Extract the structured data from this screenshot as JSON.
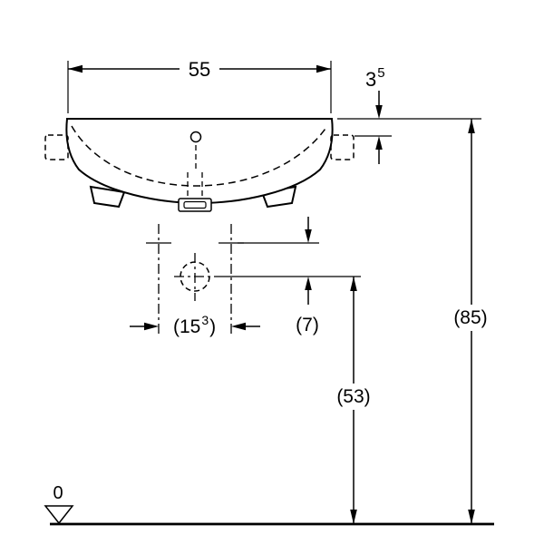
{
  "labels": {
    "width": "55",
    "rim_height_base": "3",
    "rim_height_sup": "5",
    "hole_spacing_main": "(15",
    "hole_spacing_sup": "3",
    "hole_spacing_close": ")",
    "hole_offset": "(7)",
    "drain_height": "(53)",
    "overall_height": "(85)",
    "floor_datum": "0"
  },
  "colors": {
    "line": "#000000",
    "background": "#ffffff"
  }
}
